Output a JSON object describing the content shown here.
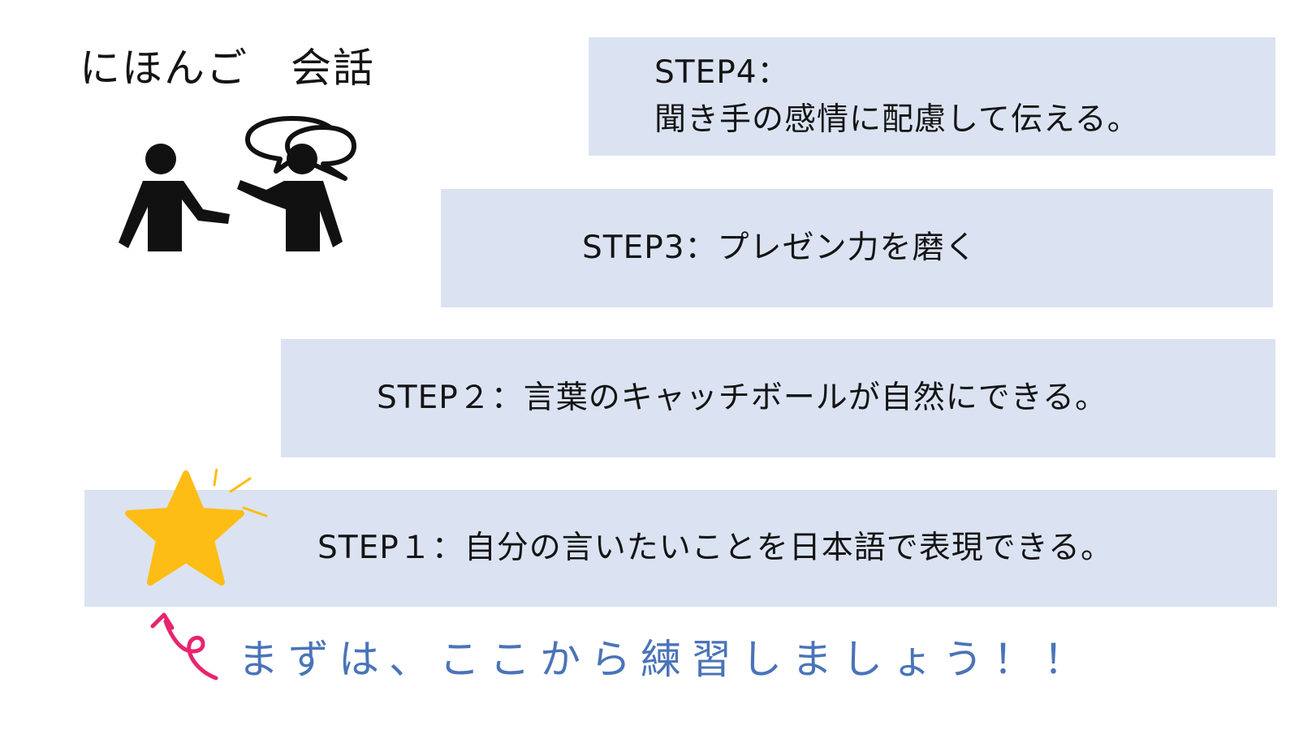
{
  "title": "にほんご　会話",
  "steps": {
    "step4": "STEP4：\n聞き手の感情に配慮して伝える。",
    "step3": "STEP3：プレゼン力を磨く",
    "step2": "STEP２：言葉のキャッチボールが自然にできる。",
    "step1": "STEP１：自分の言いたいことを日本語で表現できる。"
  },
  "callout": "まずは、ここから練習しましょう！！",
  "icons": {
    "conversation": "two-people-talking-icon",
    "star": "star-icon",
    "arrow": "curly-arrow-icon"
  },
  "colors": {
    "step_box": "#dbe3f2",
    "star": "#fdbd14",
    "arrow": "#e8246f",
    "callout_text": "#4a74b8"
  }
}
